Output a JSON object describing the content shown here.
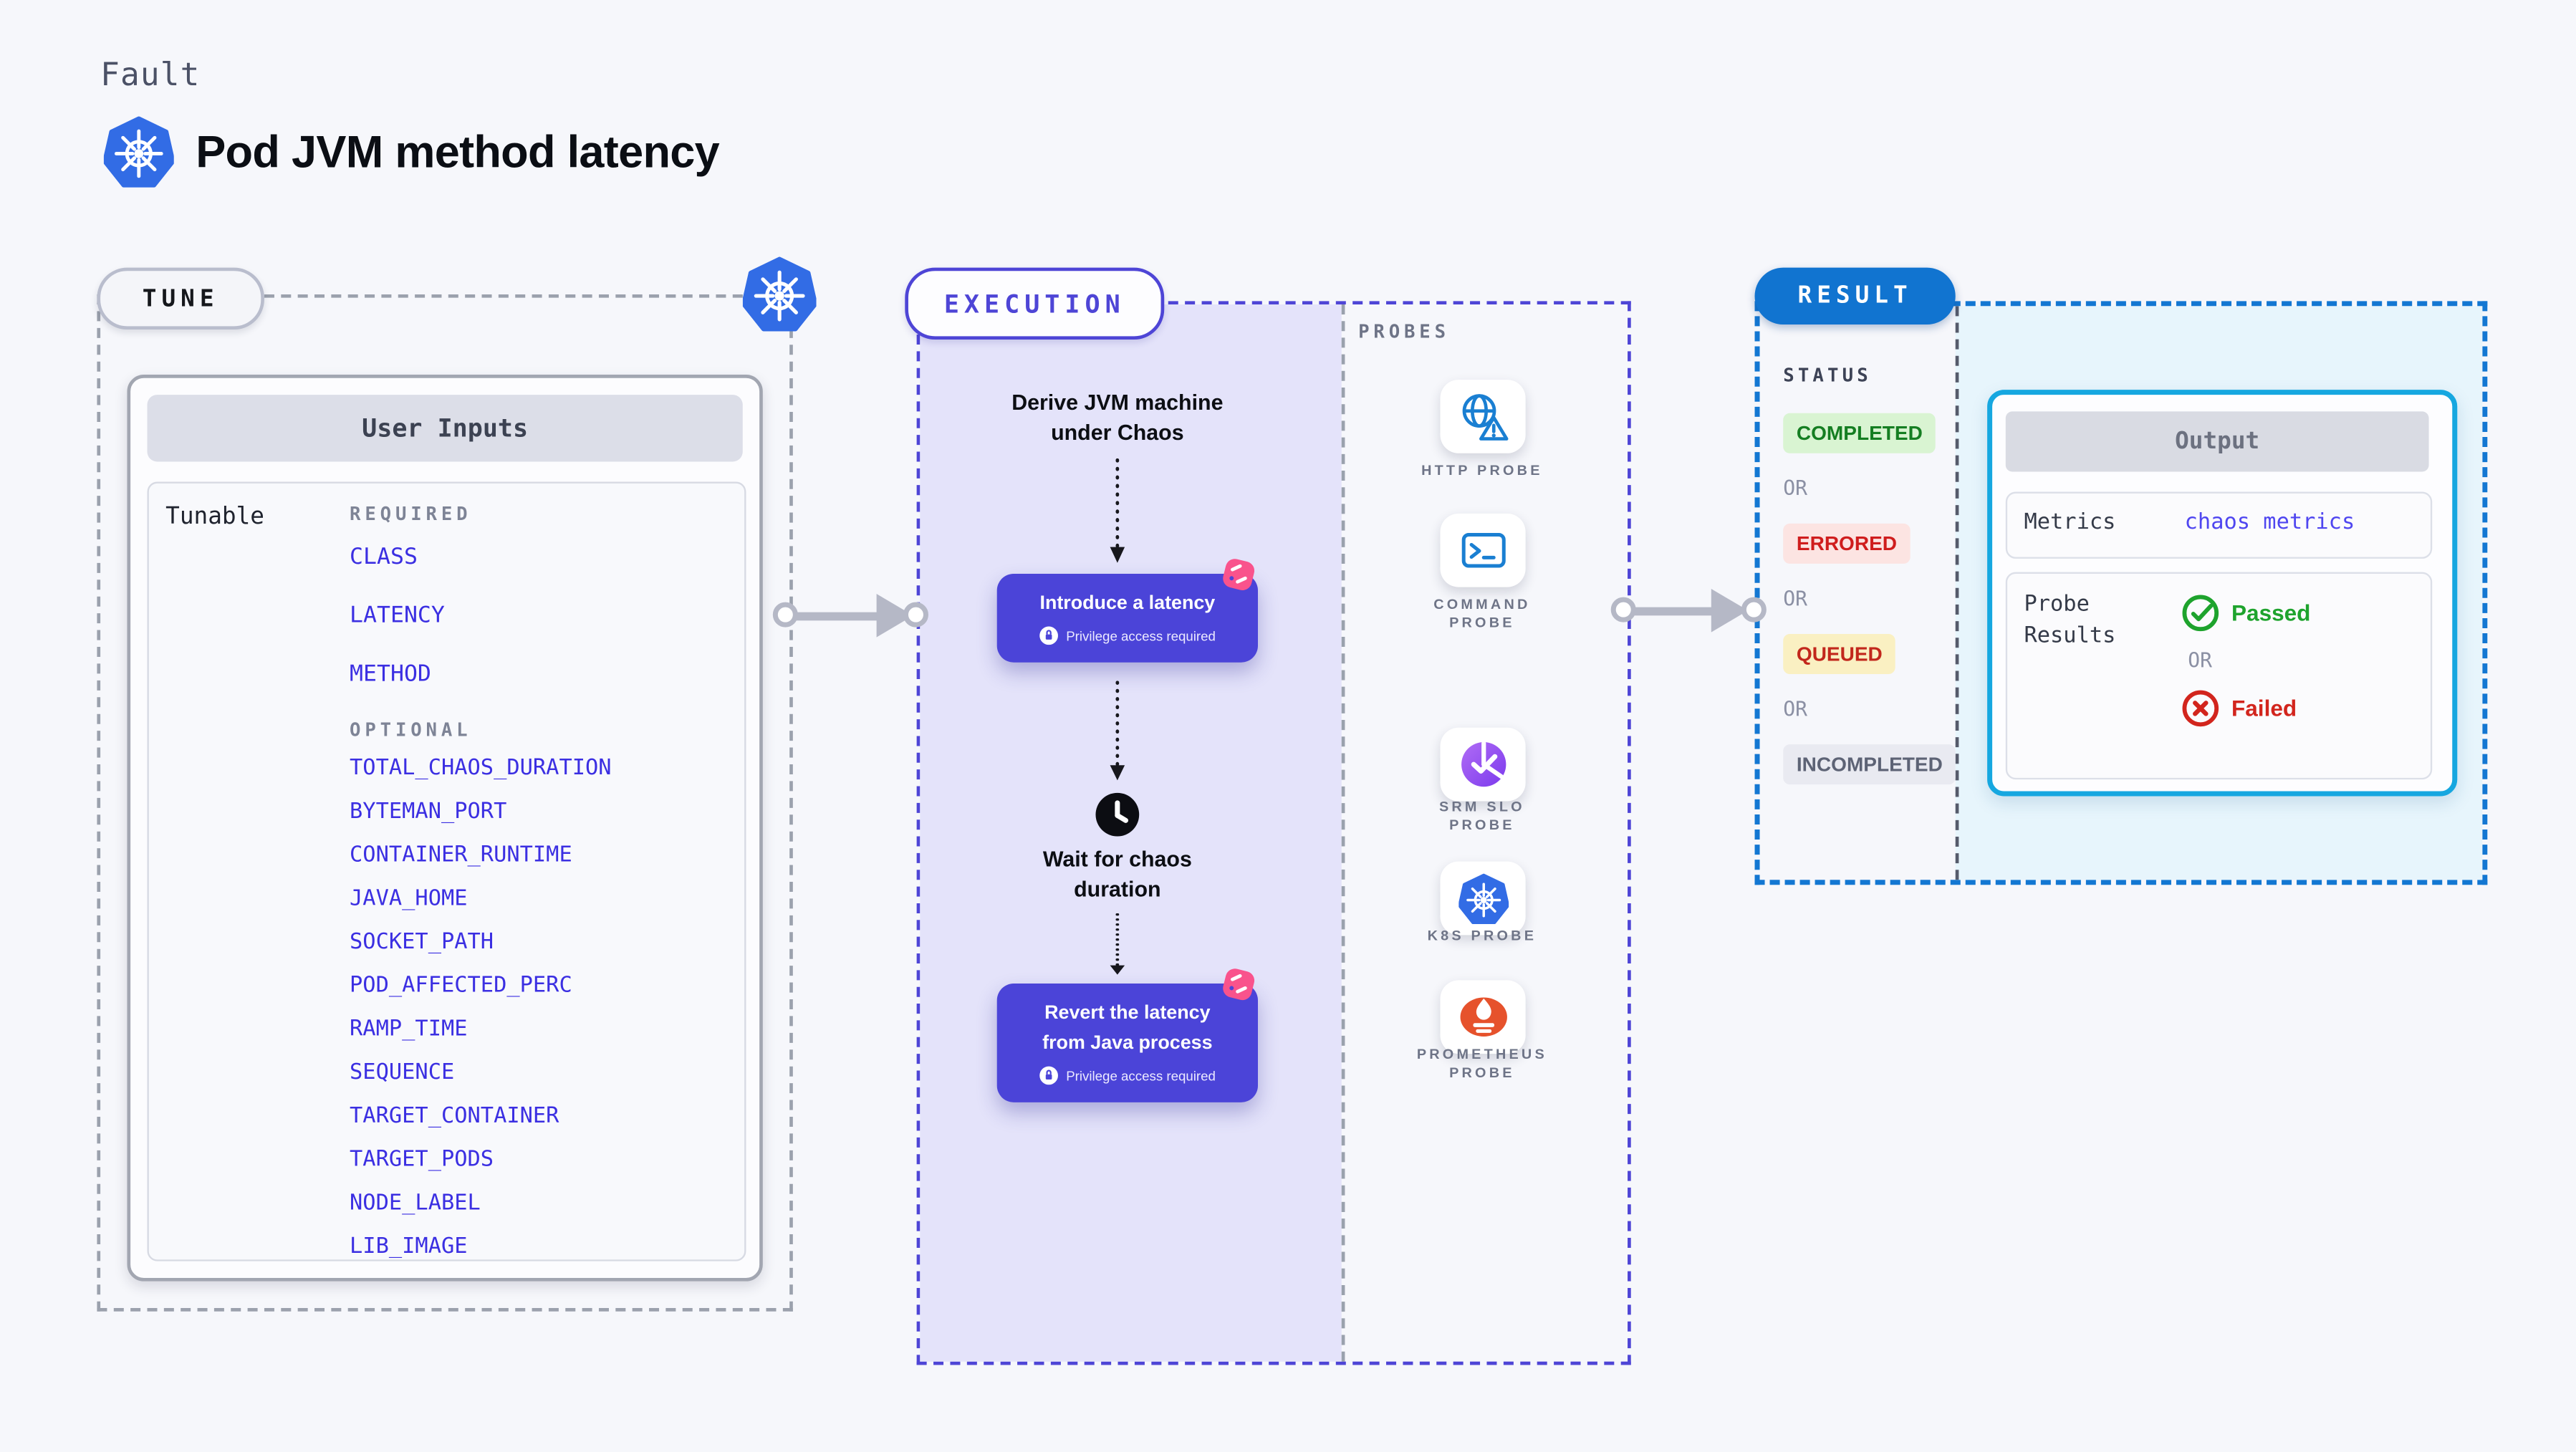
{
  "page": {
    "eyebrow": "Fault",
    "title": "Pod JVM method latency"
  },
  "tune": {
    "pill": "TUNE",
    "user_inputs": {
      "card_title": "User Inputs",
      "row_label": "Tunable",
      "required_label": "REQUIRED",
      "optional_label": "OPTIONAL",
      "required": [
        "CLASS",
        "LATENCY",
        "METHOD"
      ],
      "optional": [
        "TOTAL_CHAOS_DURATION",
        "BYTEMAN_PORT",
        "CONTAINER_RUNTIME",
        "JAVA_HOME",
        "SOCKET_PATH",
        "POD_AFFECTED_PERC",
        "RAMP_TIME",
        "SEQUENCE",
        "TARGET_CONTAINER",
        "TARGET_PODS",
        "NODE_LABEL",
        "LIB_IMAGE"
      ]
    }
  },
  "execution": {
    "pill": "EXECUTION",
    "step1": "Derive JVM machine under Chaos",
    "action1": "Introduce a latency",
    "wait_step": "Wait for chaos duration",
    "action2": "Revert the latency from Java process",
    "privilege_label": "Privilege access required"
  },
  "probes": {
    "section_label": "PROBES",
    "items": [
      {
        "label": "HTTP PROBE",
        "icon": "globe-warning-icon"
      },
      {
        "label": "COMMAND PROBE",
        "icon": "terminal-icon"
      },
      {
        "label": "SRM SLO PROBE",
        "icon": "slo-pie-check-icon"
      },
      {
        "label": "K8S PROBE",
        "icon": "kubernetes-icon"
      },
      {
        "label": "PROMETHEUS PROBE",
        "icon": "prometheus-flame-icon"
      }
    ]
  },
  "result": {
    "pill": "RESULT",
    "status_label": "STATUS",
    "or_label": "OR",
    "statuses": [
      {
        "label": "COMPLETED",
        "kind": "completed"
      },
      {
        "label": "ERRORED",
        "kind": "errored"
      },
      {
        "label": "QUEUED",
        "kind": "queued"
      },
      {
        "label": "INCOMPLETED",
        "kind": "incompleted"
      }
    ],
    "output": {
      "title": "Output",
      "metrics_label": "Metrics",
      "metrics_value": "chaos metrics",
      "probe_results_label": "Probe Results",
      "passed_label": "Passed",
      "failed_label": "Failed"
    }
  },
  "colors": {
    "page_bg": "#f6f7fb",
    "execution_accent": "#4e45d6",
    "execution_fill": "#e4e3fa",
    "result_accent": "#1174d0",
    "result_fill": "#e7f5fc",
    "output_border": "#16a7e0",
    "button": "#4b44d8",
    "tunable_text": "#3b2fe2",
    "kubernetes_blue": "#326ce5",
    "probe_icon_blue": "#1a7fd2",
    "prometheus_orange": "#e6522c",
    "pink_badge": "#f9538c",
    "completed_green": "#157e22",
    "errored_red": "#cf1d1d",
    "queued_amber": "#c2271c",
    "passed_green": "#1ea32d",
    "failed_red": "#d2251d"
  }
}
